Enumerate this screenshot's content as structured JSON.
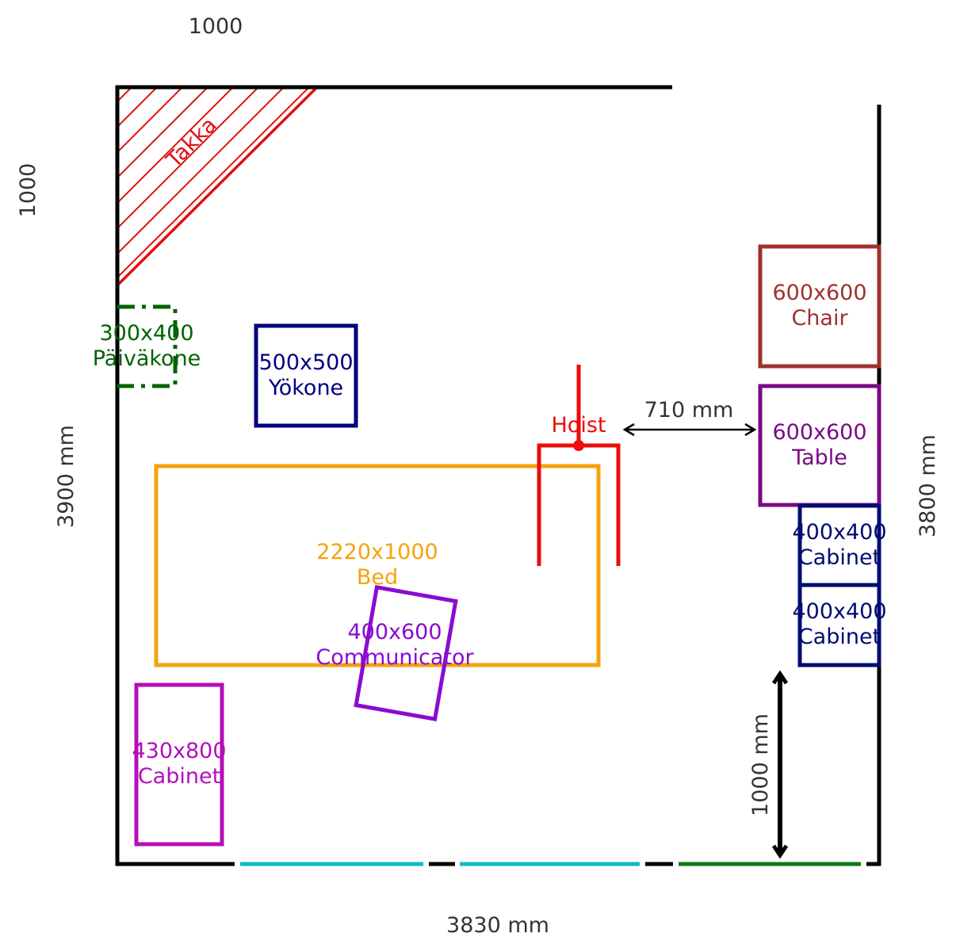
{
  "dimensions": {
    "top_left": "1000",
    "left_upper": "1000",
    "left": "3900 mm",
    "right": "3800 mm",
    "bottom": "3830 mm",
    "gap": "710 mm",
    "clearance": "1000 mm"
  },
  "fireplace": {
    "label": "Takka",
    "color": "#e01010"
  },
  "items": {
    "paivakone": {
      "size": "300x400",
      "name": "Päiväkone",
      "color": "#006400"
    },
    "yokone": {
      "size": "500x500",
      "name": "Yökone",
      "color": "#000080"
    },
    "bed": {
      "size": "2220x1000",
      "name": "Bed",
      "color": "#f5a20e"
    },
    "communicator": {
      "size": "400x600",
      "name": "Communicator",
      "color": "#8a0ccf"
    },
    "cabinet_large": {
      "size": "430x800",
      "name": "Cabinet",
      "color": "#b40fb9"
    },
    "chair": {
      "size": "600x600",
      "name": "Chair",
      "color": "#a0302e"
    },
    "table": {
      "size": "600x600",
      "name": "Table",
      "color": "#7a0a85"
    },
    "cabinet_upper": {
      "size": "400x400",
      "name": "Cabinet",
      "color": "#000b73"
    },
    "cabinet_lower": {
      "size": "400x400",
      "name": "Cabinet",
      "color": "#000b73"
    }
  },
  "hoist": {
    "label": "Hoist",
    "color": "#ee0b0b"
  },
  "wall_colors": {
    "wall": "#000000",
    "window": "#12b9c4",
    "door": "#0c7a10"
  }
}
